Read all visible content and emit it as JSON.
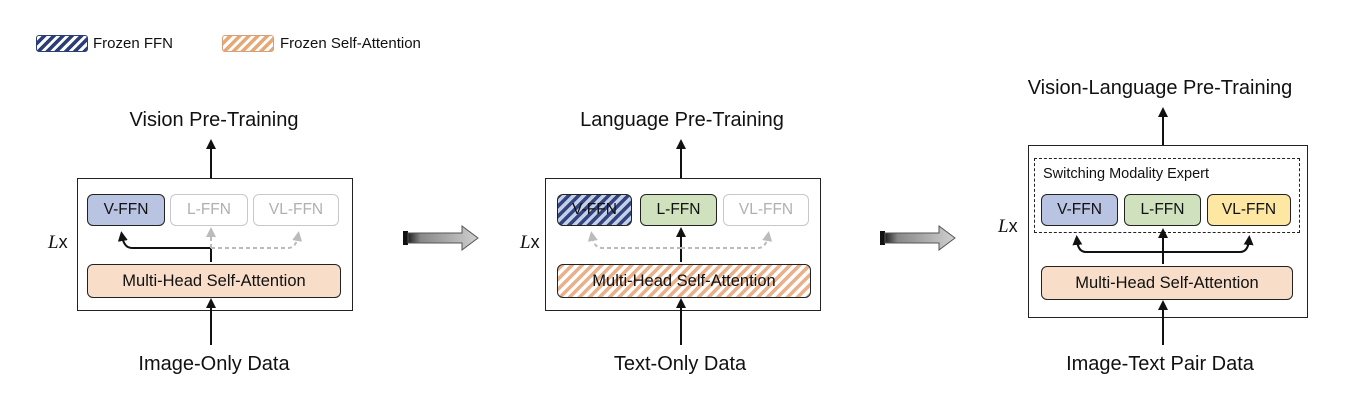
{
  "legend": {
    "frozen_ffn": "Frozen FFN",
    "frozen_sa": "Frozen Self-Attention"
  },
  "stage1": {
    "title": "Vision Pre-Training",
    "data": "Image-Only Data",
    "repeat": "x",
    "experts": [
      "V-FFN",
      "L-FFN",
      "VL-FFN"
    ],
    "attention": "Multi-Head Self-Attention"
  },
  "stage2": {
    "title": "Language Pre-Training",
    "data": "Text-Only Data",
    "repeat": "x",
    "experts": [
      "V-FFN",
      "L-FFN",
      "VL-FFN"
    ],
    "attention": "Multi-Head Self-Attention"
  },
  "stage3": {
    "title": "Vision-Language Pre-Training",
    "data": "Image-Text Pair Data",
    "repeat": "x",
    "switch_label": "Switching Modality Expert",
    "experts": [
      "V-FFN",
      "L-FFN",
      "VL-FFN"
    ],
    "attention": "Multi-Head Self-Attention"
  },
  "repeat_var": "L",
  "colors": {
    "v_ffn": "#b9c3e2",
    "l_ffn": "#cfe2bd",
    "vl_ffn": "#fde7a3",
    "attention": "#f8ddc9",
    "frozen_ffn_hatch": "#2c3e78",
    "frozen_sa_hatch": "#e6a877"
  }
}
